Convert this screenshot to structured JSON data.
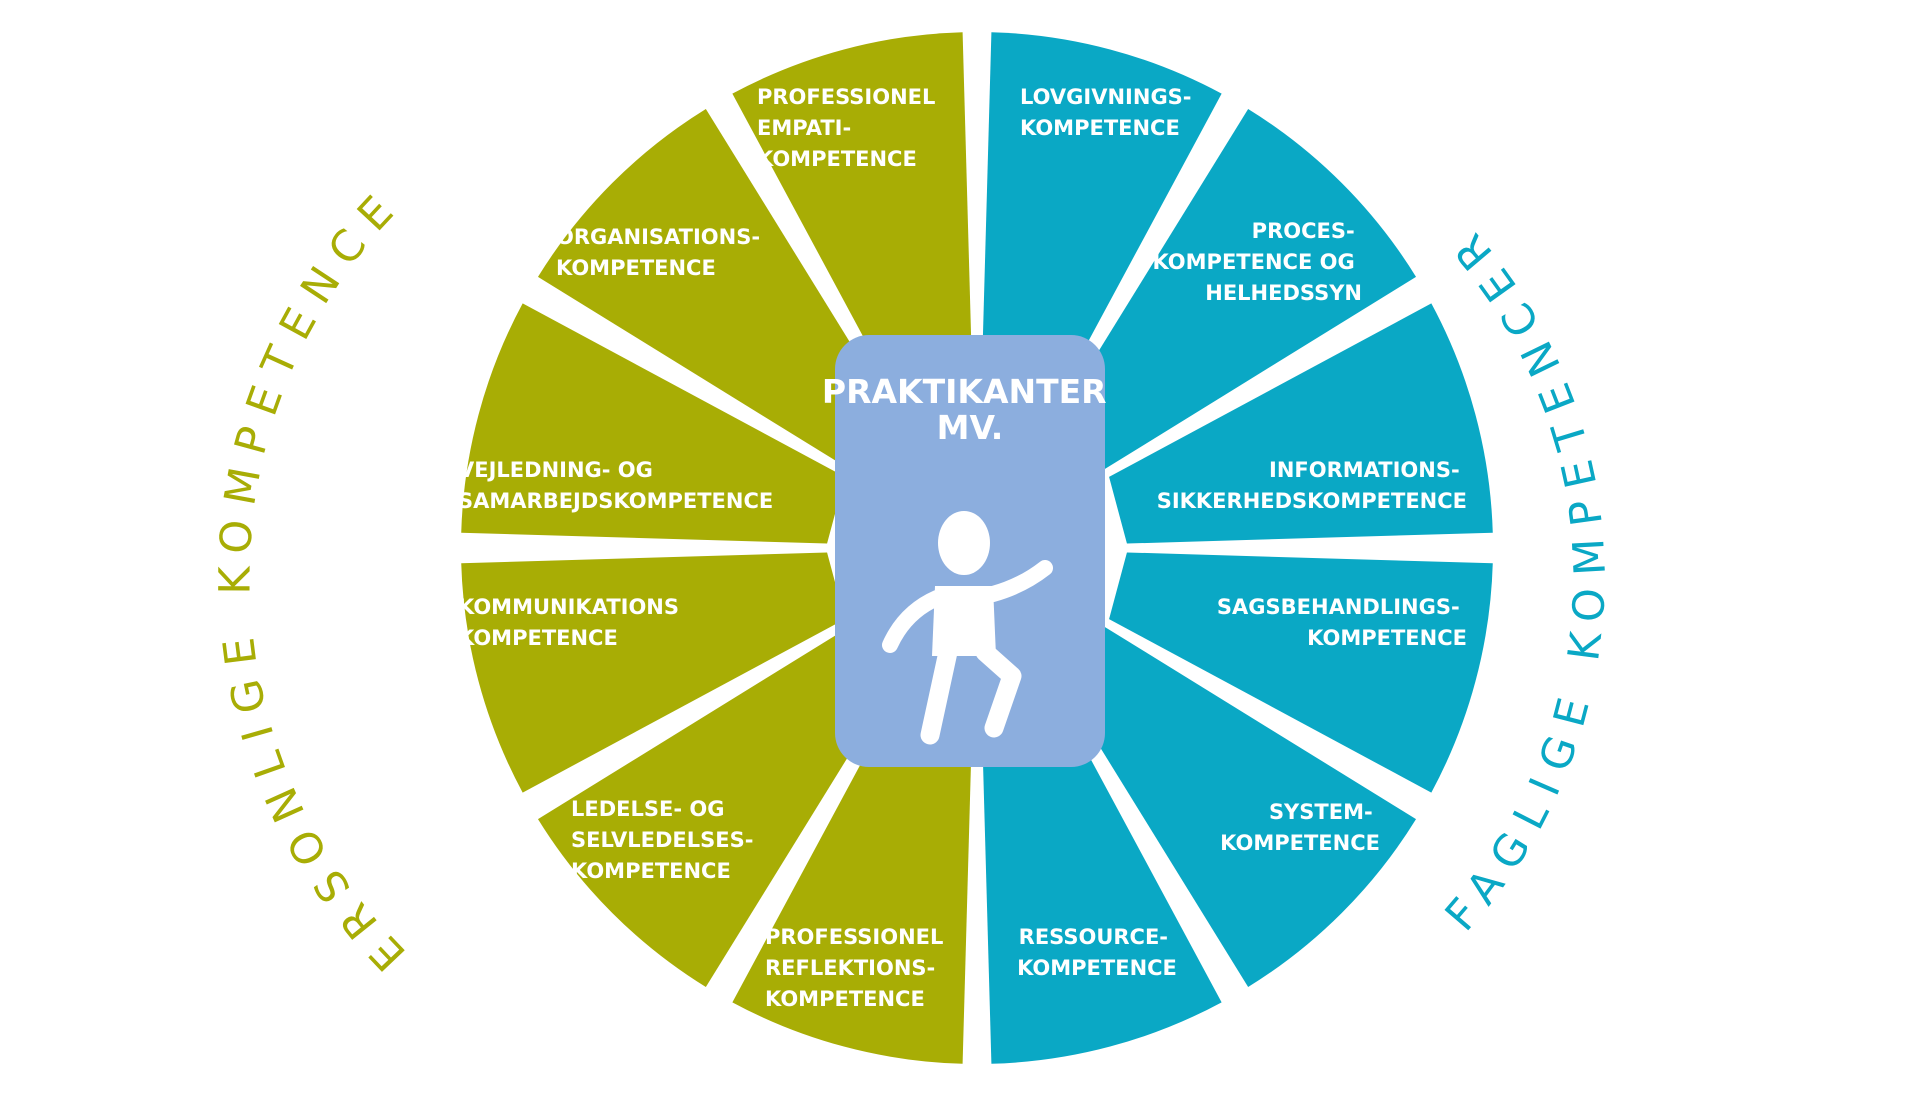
{
  "colors": {
    "personal": "#a8ad05",
    "professional": "#0aa8c5",
    "center_box": "#8caede",
    "figure": "#ffffff",
    "background": "#ffffff"
  },
  "center": {
    "title_line1": "PRAKTIKANTER",
    "title_line2": "MV.",
    "icon": "child-figure-icon"
  },
  "groups": {
    "left_title": "PERSONLIGE KOMPETENCER",
    "right_title": "FAGLIGE KOMPETENCER"
  },
  "left_segments": [
    {
      "lines": [
        "PROFESSIONEL",
        "EMPATI-",
        "KOMPETENCE"
      ]
    },
    {
      "lines": [
        "ORGANISATIONS-",
        "KOMPETENCE"
      ]
    },
    {
      "lines": [
        "VEJLEDNING- OG",
        "SAMARBEJDSKOMPETENCE"
      ]
    },
    {
      "lines": [
        "KOMMUNIKATIONS",
        "KOMPETENCE"
      ]
    },
    {
      "lines": [
        "LEDELSE- OG",
        "SELVLEDELSES-",
        "KOMPETENCE"
      ]
    },
    {
      "lines": [
        "PROFESSIONEL",
        "REFLEKTIONS-",
        "KOMPETENCE"
      ]
    }
  ],
  "right_segments": [
    {
      "lines": [
        "LOVGIVNINGS-",
        "KOMPETENCE"
      ]
    },
    {
      "lines": [
        "PROCES-",
        "KOMPETENCE OG",
        "HELHEDSSYN"
      ]
    },
    {
      "lines": [
        "INFORMATIONS-",
        "SIKKERHEDSKOMPETENCE"
      ]
    },
    {
      "lines": [
        "SAGSBEHANDLINGS-",
        "KOMPETENCE"
      ]
    },
    {
      "lines": [
        "SYSTEM-",
        "KOMPETENCE"
      ]
    },
    {
      "lines": [
        "RESSOURCE-",
        "KOMPETENCE"
      ]
    }
  ]
}
